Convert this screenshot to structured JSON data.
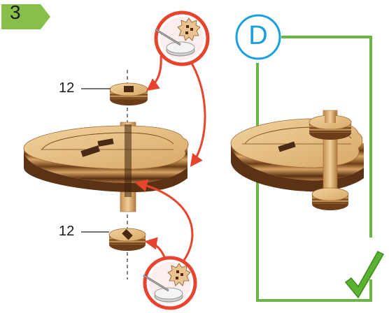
{
  "step": {
    "number": "3"
  },
  "labels": {
    "top_part_count": "12",
    "bottom_part_count": "12"
  },
  "variant": {
    "letter": "D"
  },
  "colors": {
    "step_badge": "#86c04a",
    "arrow": "#e8432c",
    "tool_ring": "#e8432c",
    "variant_ring": "#1aa0de",
    "frame": "#6ab646",
    "check": "#5bb130",
    "wood_light": "#e8c38a",
    "wood_dark": "#7a4a22"
  },
  "icons": [
    "gear-with-tweezers-icon",
    "checkmark-icon"
  ]
}
